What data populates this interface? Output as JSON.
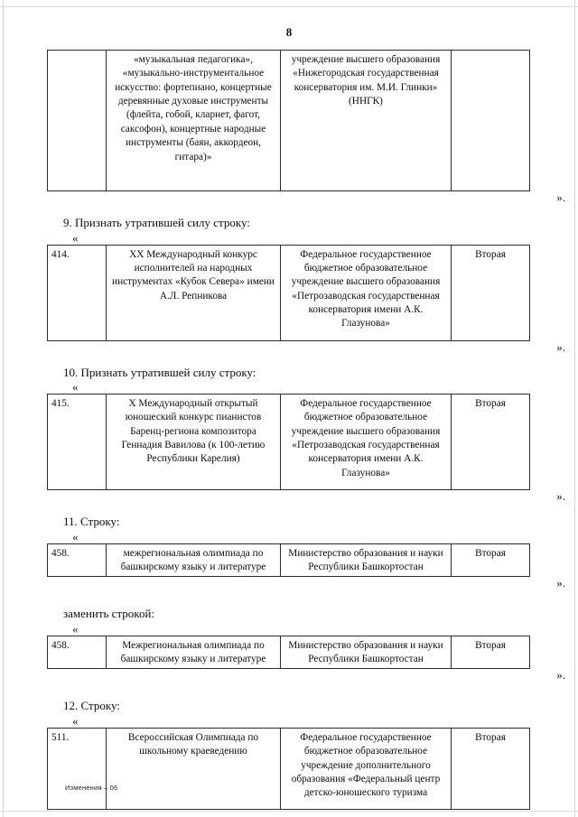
{
  "page": {
    "number": "8",
    "footer_note": "Изменения – 06"
  },
  "marks": {
    "quote_open": "«",
    "quote_close": "».",
    "category_second": "Вторая"
  },
  "blocks": [
    {
      "id": "table-continued-top",
      "kind": "table-only",
      "rows": [
        {
          "num": "",
          "name": "«музыкальная педагогика», «музыкально-инструментальное искусство: фортепиано, концертные деревянные духовые инструменты (флейта, гобой, кларнет, фагот, саксофон), концертные народные инструменты (баян, аккордеон, гитара)»",
          "org": "учреждение высшего образования «Нижегородская государственная консерватория им. М.И. Глинки» (ННГК)",
          "cat": ""
        }
      ],
      "closing": "»."
    },
    {
      "id": "item-9",
      "kind": "numbered",
      "heading": "9. Признать утратившей силу строку:",
      "opening": "«",
      "rows": [
        {
          "num": "414.",
          "name": "ХХ Международный конкурс исполнителей на народных инструментах «Кубок Севера» имени А.Л. Репникова",
          "org": "Федеральное государственное бюджетное образовательное учреждение высшего образования «Петрозаводская государственная консерватория имени А.К. Глазунова»",
          "cat": "Вторая"
        }
      ],
      "closing": "»."
    },
    {
      "id": "item-10",
      "kind": "numbered",
      "heading": "10. Признать утратившей силу строку:",
      "opening": "«",
      "rows": [
        {
          "num": "415.",
          "name": "Х Международный открытый юношеский конкурс пианистов Баренц-региона композитора Геннадия Вавилова (к 100-летию Республики Карелия)",
          "org": "Федеральное государственное бюджетное образовательное учреждение высшего образования «Петрозаводская государственная консерватория имени А.К. Глазунова»",
          "cat": "Вторая"
        }
      ],
      "closing": "»."
    },
    {
      "id": "item-11",
      "kind": "numbered",
      "heading": "11. Строку:",
      "opening": "«",
      "rows": [
        {
          "num": "458.",
          "name": "межрегиональная олимпиада по башкирскому языку и литературе",
          "org": "Министерство образования и науки Республики Башкортостан",
          "cat": "Вторая"
        }
      ],
      "closing": "»."
    },
    {
      "id": "item-11-replacement",
      "kind": "replacement",
      "heading": "заменить строкой:",
      "opening": "«",
      "rows": [
        {
          "num": "458.",
          "name": "Межрегиональная олимпиада по башкирскому языку и литературе",
          "org": "Министерство образования и науки Республики Башкортостан",
          "cat": "Вторая"
        }
      ],
      "closing": "»."
    },
    {
      "id": "item-12",
      "kind": "numbered",
      "heading": "12. Строку:",
      "opening": "«",
      "rows": [
        {
          "num": "511.",
          "name": "Всероссийская Олимпиада по школьному краеведению",
          "org": "Федеральное государственное бюджетное образовательное учреждение дополнительного образования «Федеральный центр детско-юношеского туризма",
          "cat": "Вторая"
        }
      ],
      "closing": ""
    }
  ]
}
